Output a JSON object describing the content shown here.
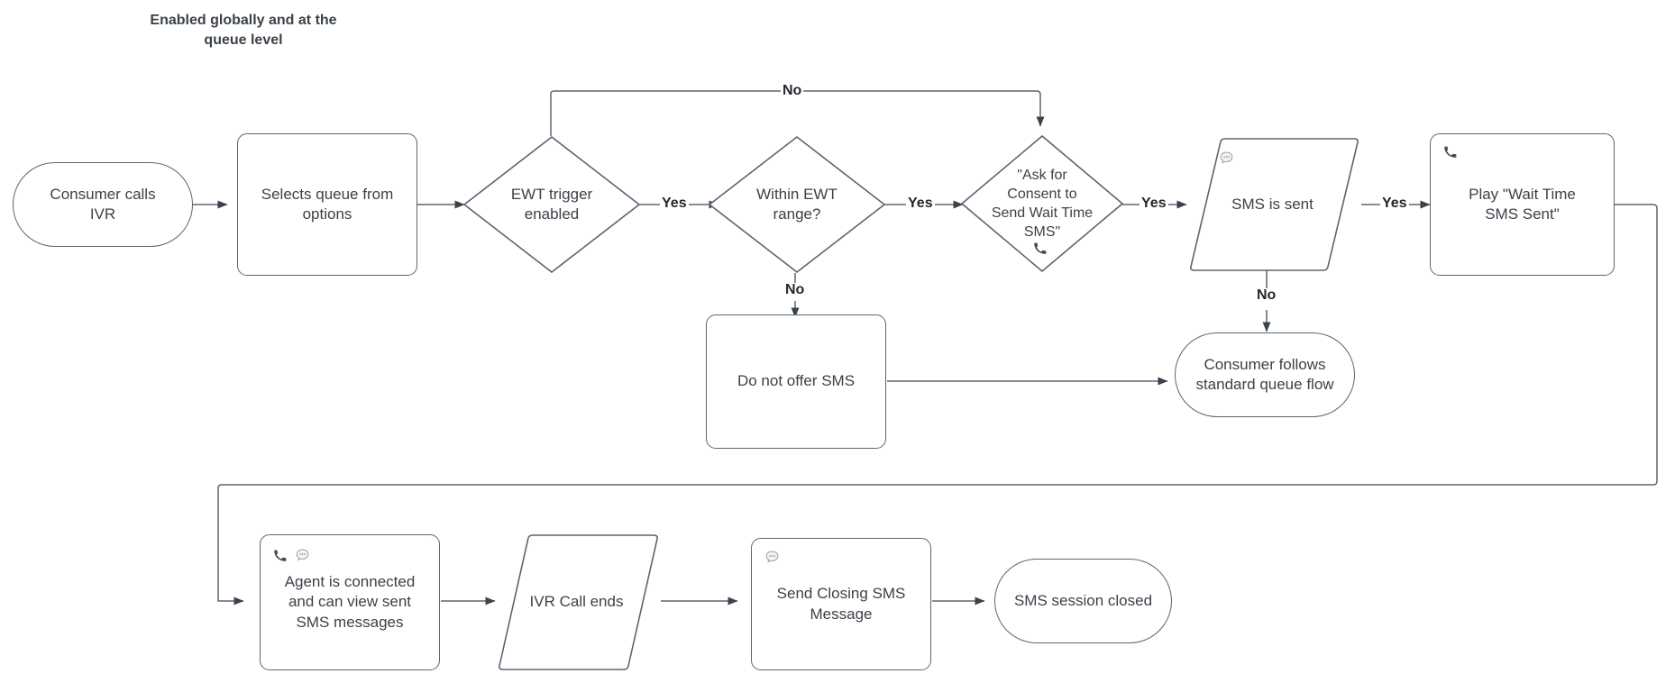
{
  "title": {
    "text": "Enabled globally and at the\nqueue level"
  },
  "colors": {
    "stroke": "#5a6672",
    "text": "#3b4249",
    "edge_label": "#22282e",
    "background": "#ffffff",
    "icon": "#4a4a4a",
    "bubble_fill": "#f2f2f2"
  },
  "nodes": [
    {
      "id": "consumer-calls-ivr",
      "label": "Consumer calls\nIVR",
      "shape": "stadium"
    },
    {
      "id": "selects-queue",
      "label": "Selects queue from\noptions",
      "shape": "rect"
    },
    {
      "id": "ewt-trigger-enabled",
      "label": "EWT trigger\nenabled",
      "shape": "diamond"
    },
    {
      "id": "within-ewt-range",
      "label": "Within EWT\nrange?",
      "shape": "diamond"
    },
    {
      "id": "ask-for-consent",
      "label": "\"Ask for\nConsent to\nSend Wait Time\nSMS\"",
      "shape": "diamond",
      "icons": [
        "phone-icon"
      ]
    },
    {
      "id": "sms-is-sent",
      "label": "SMS is sent",
      "shape": "parallelogram",
      "icons": [
        "chat-bubble-icon"
      ]
    },
    {
      "id": "play-wait-time-sms-sent",
      "label": "Play \"Wait Time\nSMS Sent\"",
      "shape": "rect",
      "icons": [
        "phone-icon"
      ]
    },
    {
      "id": "do-not-offer-sms",
      "label": "Do not offer SMS",
      "shape": "rect"
    },
    {
      "id": "consumer-follows-queue",
      "label": "Consumer follows\nstandard queue flow",
      "shape": "stadium"
    },
    {
      "id": "agent-is-connected",
      "label": "Agent is connected\nand can view sent\nSMS messages",
      "shape": "rect",
      "icons": [
        "phone-icon",
        "chat-bubble-icon"
      ]
    },
    {
      "id": "ivr-call-ends",
      "label": "IVR Call ends",
      "shape": "parallelogram"
    },
    {
      "id": "send-closing-sms",
      "label": "Send Closing SMS\nMessage",
      "shape": "rect",
      "icons": [
        "chat-bubble-icon"
      ]
    },
    {
      "id": "sms-session-closed",
      "label": "SMS session closed",
      "shape": "stadium"
    }
  ],
  "edge_labels": [
    {
      "id": "ewt-trigger-no",
      "text": "No"
    },
    {
      "id": "ewt-trigger-yes",
      "text": "Yes"
    },
    {
      "id": "within-range-yes",
      "text": "Yes"
    },
    {
      "id": "within-range-no",
      "text": "No"
    },
    {
      "id": "consent-yes",
      "text": "Yes"
    },
    {
      "id": "sms-sent-yes",
      "text": "Yes"
    },
    {
      "id": "sms-sent-no",
      "text": "No"
    }
  ]
}
